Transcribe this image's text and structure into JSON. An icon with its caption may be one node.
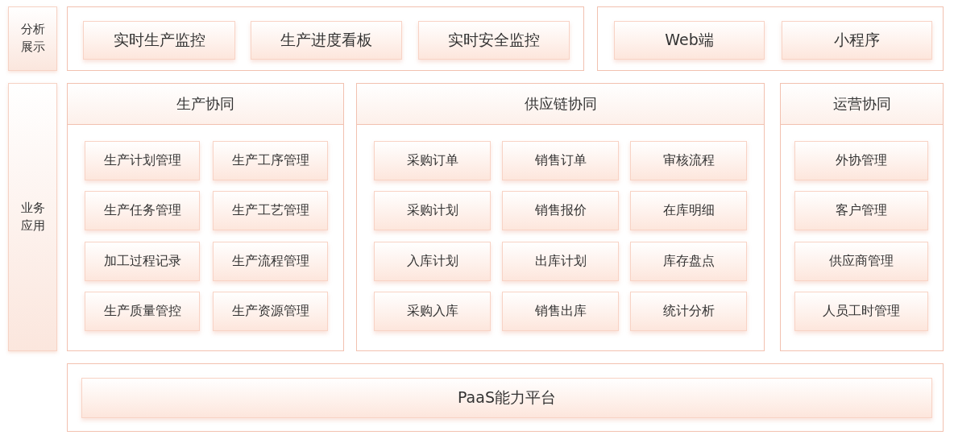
{
  "diagram": {
    "nodes": [
      {
        "text": [
          "分析展示"
        ]
      },
      {
        "text": [],
        "shape": "box"
      },
      {
        "text": [
          "实时生产监控"
        ],
        "in": 1
      },
      {
        "text": [
          "生产进度看板"
        ],
        "in": 1
      },
      {
        "text": [
          "实时安全监控"
        ],
        "in": 1
      },
      {
        "text": [],
        "shape": "box"
      },
      {
        "text": [
          "Web端"
        ],
        "in": 5
      },
      {
        "text": [
          "小程序"
        ],
        "in": 5
      },
      {
        "text": [
          "业务应用"
        ]
      },
      {
        "text": [
          "生产协同"
        ]
      },
      {
        "text": [
          "生产计划管理"
        ],
        "in": 9
      },
      {
        "text": [
          "生产工序管理"
        ],
        "in": 9
      },
      {
        "text": [
          "生产任务管理"
        ],
        "in": 9
      },
      {
        "text": [
          "生产工艺管理"
        ],
        "in": 9
      },
      {
        "text": [
          "加工过程记录"
        ],
        "in": 9
      },
      {
        "text": [
          "生产流程管理"
        ],
        "in": 9
      },
      {
        "text": [
          "生产质量管控"
        ],
        "in": 9
      },
      {
        "text": [
          "生产资源管理"
        ],
        "in": 9
      },
      {
        "text": [
          "供应链协同"
        ]
      },
      {
        "text": [
          "采购订单"
        ],
        "in": 18
      },
      {
        "text": [
          "销售订单"
        ],
        "in": 18
      },
      {
        "text": [
          "审核流程"
        ],
        "in": 18
      },
      {
        "text": [
          "采购计划"
        ],
        "in": 18
      },
      {
        "text": [
          "销售报价"
        ],
        "in": 18
      },
      {
        "text": [
          "在库明细"
        ],
        "in": 18
      },
      {
        "text": [
          "入库计划"
        ],
        "in": 18
      },
      {
        "text": [
          "出库计划"
        ],
        "in": 18
      },
      {
        "text": [
          "库存盘点"
        ],
        "in": 18
      },
      {
        "text": [
          "采购入库"
        ],
        "in": 18
      },
      {
        "text": [
          "销售出库"
        ],
        "in": 18
      },
      {
        "text": [
          "统计分析"
        ],
        "in": 18
      },
      {
        "text": [
          "运营协同"
        ]
      },
      {
        "text": [
          "外协管理"
        ],
        "in": 31
      },
      {
        "text": [
          "客户管理"
        ],
        "in": 31
      },
      {
        "text": [
          "供应商管理"
        ],
        "in": 31
      },
      {
        "text": [
          "人员工时管理"
        ],
        "in": 31
      },
      {
        "text": [],
        "shape": "box"
      },
      {
        "text": [
          "PaaS能力平台"
        ],
        "in": 36
      }
    ],
    "edges": []
  }
}
